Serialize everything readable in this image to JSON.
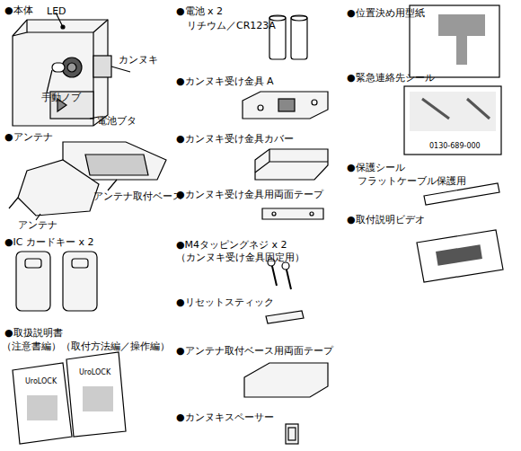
{
  "diagram": {
    "labels": [
      "●本体",
      "LED",
      "カンヌキ",
      "手動ノブ",
      "電池ブタ",
      "●アンテナ",
      "アンテナ取付ベース",
      "アンテナ",
      "●IC カードキー x 2",
      "●取扱説明書",
      "（注意書編）（取付方法編／操作編）",
      "UroLOCK",
      "UroLOCK",
      "●電池 x 2",
      "リチウム／CR123A",
      "●カンヌキ受け金具 A",
      "●カンヌキ受け金具カバー",
      "●カンヌキ受け金具用両面テープ",
      "●M4タッピングネジ x 2",
      "（カンヌキ受け金具固定用）",
      "●リセットスティック",
      "●アンテナ取付ベース用両面テープ",
      "●カンヌキスペーサー",
      "●位置決め用型紙",
      "●緊急連絡先シール",
      "0130-689-000",
      "●保護シール",
      "フラットケーブル保護用",
      "●取付説明ビデオ"
    ]
  }
}
